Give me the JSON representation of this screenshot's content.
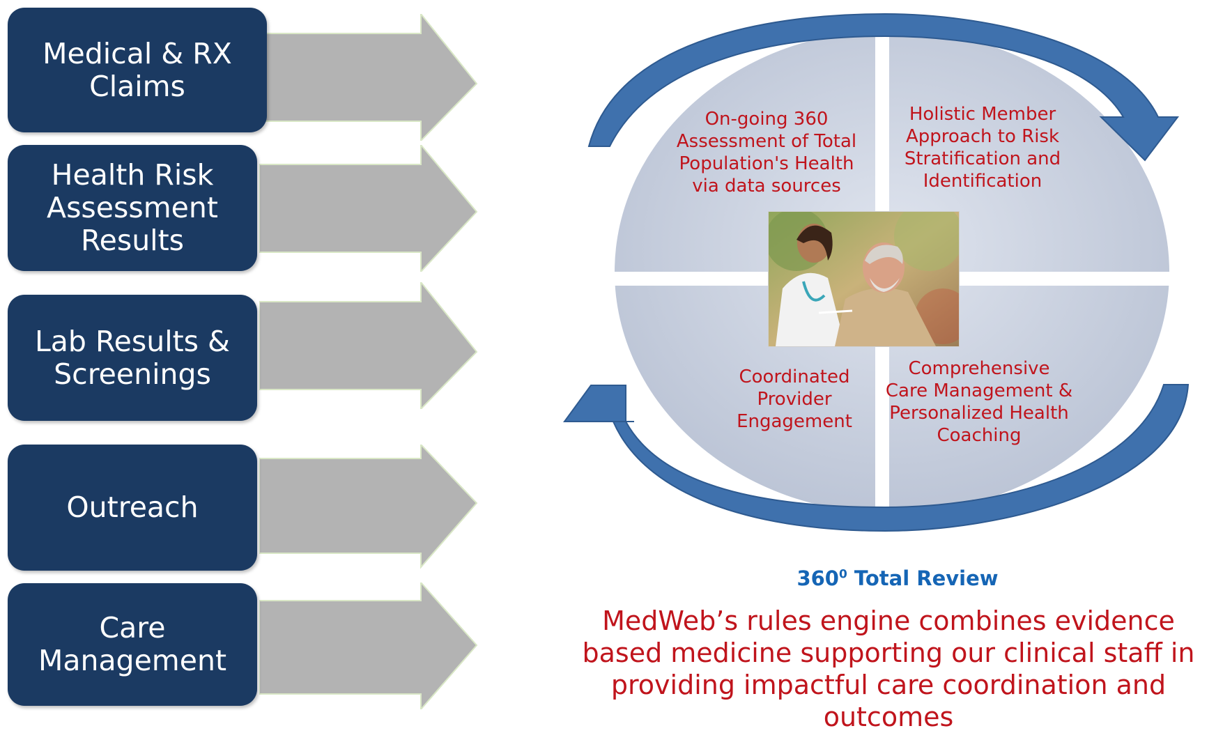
{
  "sources": [
    {
      "label": "Medical & RX Claims"
    },
    {
      "label": "Health Risk Assessment Results"
    },
    {
      "label": "Lab Results & Screenings"
    },
    {
      "label": "Outreach"
    },
    {
      "label": "Care Management"
    }
  ],
  "quadrants": {
    "top_left": "On-going 360 Assessment of Total Population's Health via data sources",
    "top_right": "Holistic Member Approach to Risk Stratification and Identification",
    "bottom_left": "Coordinated Provider Engagement",
    "bottom_right": "Comprehensive Care Management & Personalized Health Coaching"
  },
  "review": {
    "title_number": "360",
    "title_super": "0",
    "title_rest": " Total Review"
  },
  "description": "MedWeb’s rules engine combines evidence based medicine supporting our clinical staff in providing impactful care coordination and outcomes",
  "colors": {
    "box": "#1b3a62",
    "arrow": "#b3b3b3",
    "cycle_arrow": "#3f71ad",
    "circle": "#c4ccdb",
    "text_red": "#c0141c",
    "title_blue": "#1565b5"
  },
  "icons": {
    "photo": "nurse-with-elderly-patient-photo"
  }
}
